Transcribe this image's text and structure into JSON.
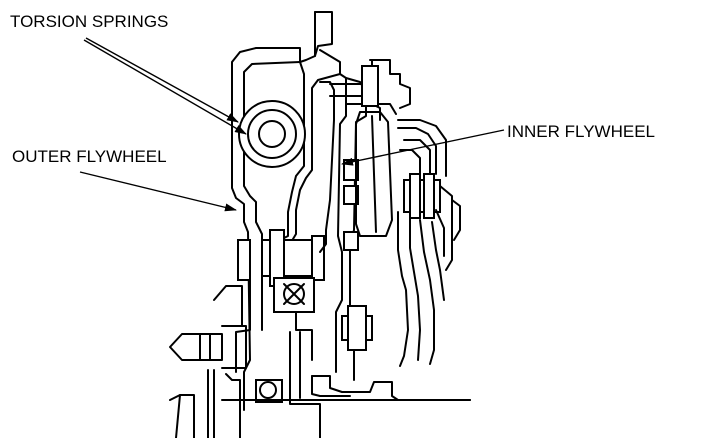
{
  "labels": {
    "torsion_springs": "TORSION SPRINGS",
    "outer_flywheel": "OUTER FLYWHEEL",
    "inner_flywheel": "INNER FLYWHEEL"
  }
}
